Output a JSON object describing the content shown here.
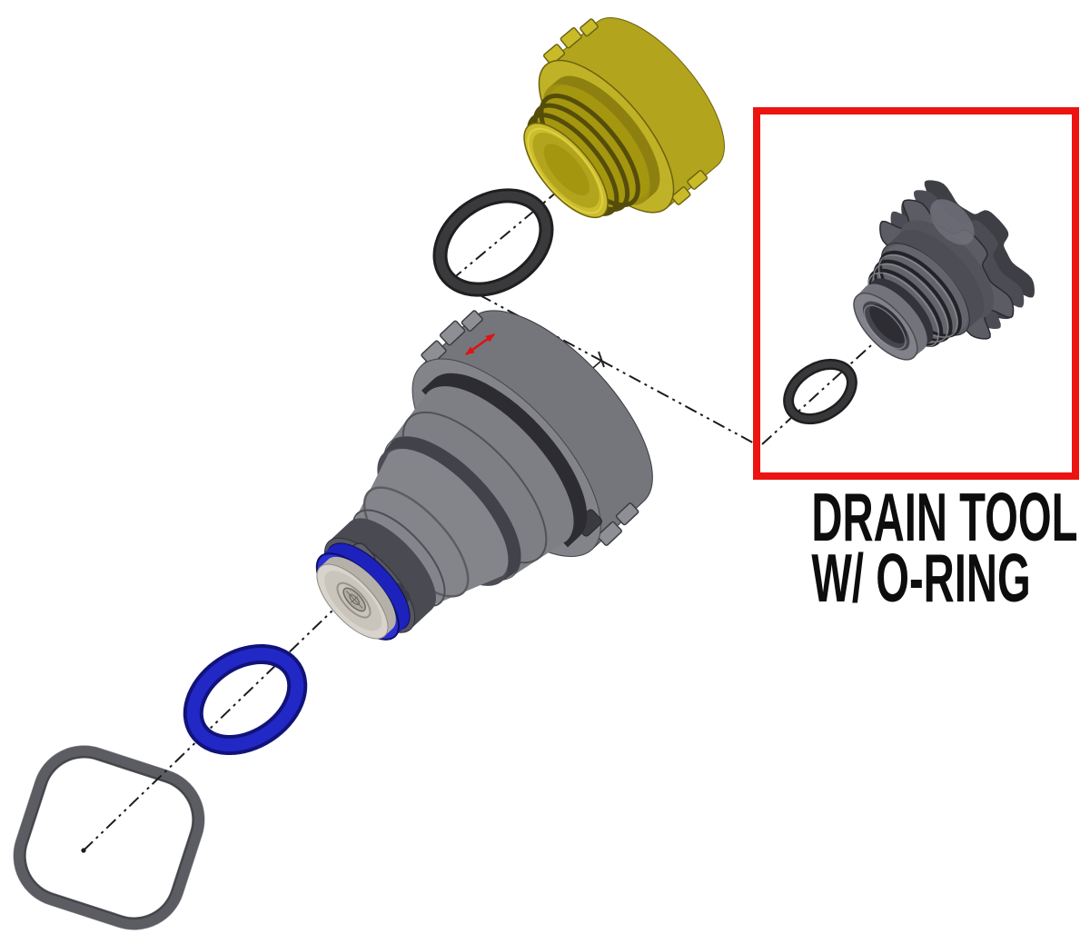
{
  "figure": {
    "type": "exploded-parts-diagram",
    "background": "#ffffff",
    "callout": {
      "line1": "DRAIN TOOL",
      "line2": "W/ O-RING",
      "text_color": "#0d0d0d",
      "box_color": "#ec1410"
    },
    "annotations": {
      "centerline_color": "#1c1c1c",
      "direction_arrow_color": "#e01212"
    },
    "parts": [
      {
        "name": "drain-plug",
        "color": "#b2a41c"
      },
      {
        "name": "drain-plug-o-ring",
        "color": "#323234"
      },
      {
        "name": "drain-valve-body",
        "color": "#7e7e85"
      },
      {
        "name": "installed-blue-o-ring",
        "color": "#2126c4"
      },
      {
        "name": "loose-blue-o-ring",
        "color": "#1c1fb6"
      },
      {
        "name": "drain-gasket",
        "color": "#5c5c63"
      },
      {
        "name": "drain-tool",
        "color": "#55555c"
      },
      {
        "name": "drain-tool-o-ring",
        "color": "#2e2e30"
      }
    ]
  }
}
